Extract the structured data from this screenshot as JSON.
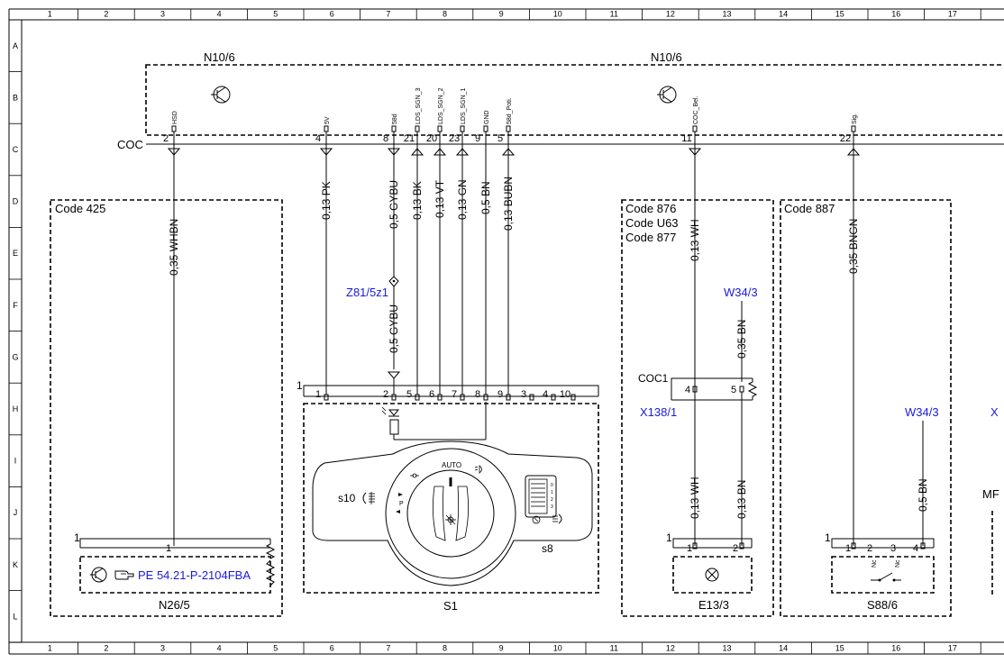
{
  "grid": {
    "columns": [
      "1",
      "2",
      "3",
      "4",
      "5",
      "6",
      "7",
      "8",
      "9",
      "10",
      "11",
      "12",
      "13",
      "14",
      "15",
      "16",
      "17"
    ],
    "rows": [
      "A",
      "B",
      "C",
      "D",
      "E",
      "F",
      "G",
      "H",
      "I",
      "J",
      "K",
      "L"
    ]
  },
  "modules": {
    "top_left": "N10/6",
    "top_right": "N10/6",
    "coc": "COC"
  },
  "top_pins": [
    {
      "num": "2",
      "name": "HSD"
    },
    {
      "num": "4",
      "name": "5V"
    },
    {
      "num": "8",
      "name": "58d"
    },
    {
      "num": "21",
      "name": "LDS_SGN_3"
    },
    {
      "num": "20",
      "name": "LDS_SGN_2"
    },
    {
      "num": "23",
      "name": "LDS_SGN_1"
    },
    {
      "num": "9",
      "name": "GND"
    },
    {
      "num": "5",
      "name": "58d_Poti."
    },
    {
      "num": "11",
      "name": "COC_Bel."
    },
    {
      "num": "22",
      "name": "Sig."
    }
  ],
  "wires": [
    "0,35 WHBN",
    "0,13 PK",
    "0,5 GYBU",
    "0,13 BK",
    "0,13 VT",
    "0,13 GN",
    "0,5 BN",
    "0,13 BUBN",
    "0,13 WH",
    "0,35 BNGN"
  ],
  "lower_wires": {
    "gybu": "0,5 GYBU",
    "w34_bn": "0,35 BN",
    "e13_wh": "0,13 WH",
    "e13_bn": "0,13 BN",
    "s88_bn": "0,5 BN"
  },
  "codes": {
    "c425": "Code 425",
    "c876": "Code 876",
    "cu63": "Code U63",
    "c877": "Code 877",
    "c887": "Code 887"
  },
  "refs": {
    "z81": "Z81/5z1",
    "w34a": "W34/3",
    "w34b": "W34/3",
    "x138": "X138/1",
    "x_edge": "X",
    "mf_edge": "MF",
    "coc1": "COC1",
    "pe_ref": "PE 54.21-P-2104FBA"
  },
  "s1": {
    "name": "S1",
    "corner": "1",
    "pins": [
      "1",
      "2",
      "5",
      "6",
      "7",
      "8",
      "9",
      "3",
      "4",
      "10"
    ],
    "auto": "AUTO",
    "s10": "s10",
    "s8": "s8",
    "p_mark": "P",
    "scale": [
      "0",
      "1",
      "2",
      "3"
    ]
  },
  "n26": {
    "name": "N26/5",
    "corner": "1",
    "pin": "1"
  },
  "e13": {
    "name": "E13/3",
    "corner": "1",
    "pins": [
      "1",
      "2"
    ]
  },
  "s88": {
    "name": "S88/6",
    "corner": "1",
    "pins": [
      "1",
      "2",
      "3",
      "4"
    ],
    "nc": "Nc"
  },
  "coc1_pins": [
    "4",
    "5"
  ]
}
